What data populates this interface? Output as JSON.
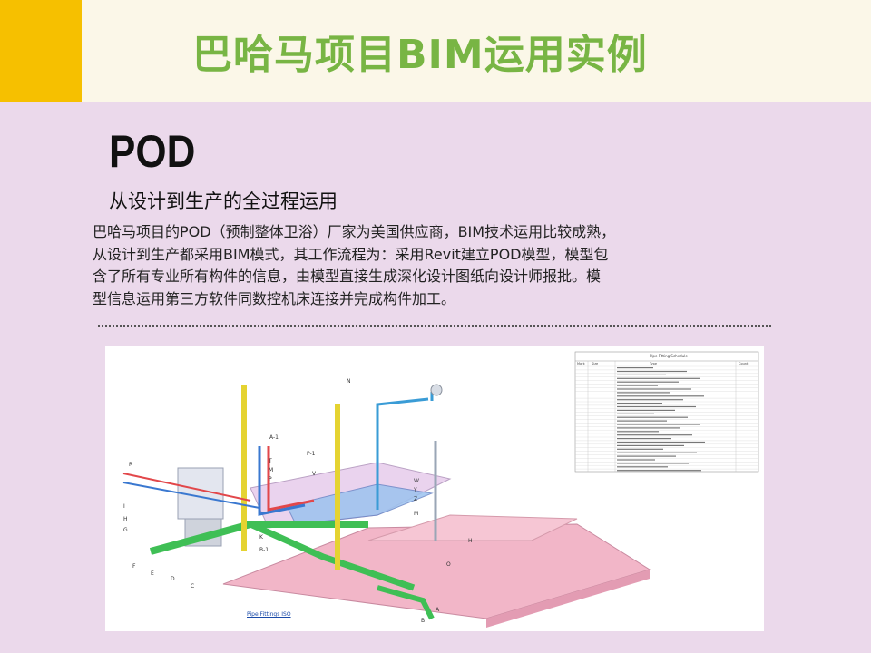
{
  "header": {
    "title": "巴哈马项目BIM运用实例",
    "colors": {
      "accent": "#f6c000",
      "title": "#78b544",
      "background": "#ebd9eb"
    }
  },
  "section": {
    "heading": "POD",
    "subtitle": "从设计到生产的全过程运用",
    "paragraph_lines": [
      "巴哈马项目的POD（预制整体卫浴）厂家为美国供应商，BIM技术运用比较成熟，",
      "从设计到生产都采用BIM模式，其工作流程为：采用Revit建立POD模型，模型包",
      "含了所有专业所有构件的信息，由模型直接生成深化设计图纸向设计师报批。模",
      "型信息运用第三方软件同数控机床连接并完成构件加工。"
    ]
  },
  "figure": {
    "caption": "Pipe Fittings ISO",
    "schedule_title": "Pipe Fitting Schedule",
    "schedule_headers": [
      "Mark",
      "Size",
      "Type",
      "Count"
    ],
    "labels": [
      "N",
      "A-1",
      "P-1",
      "T",
      "M",
      "P",
      "V",
      "R",
      "W",
      "Y",
      "Z",
      "M",
      "I",
      "H",
      "G",
      "K",
      "B-1",
      "F",
      "E",
      "D",
      "C",
      "H",
      "O",
      "A",
      "B"
    ]
  }
}
